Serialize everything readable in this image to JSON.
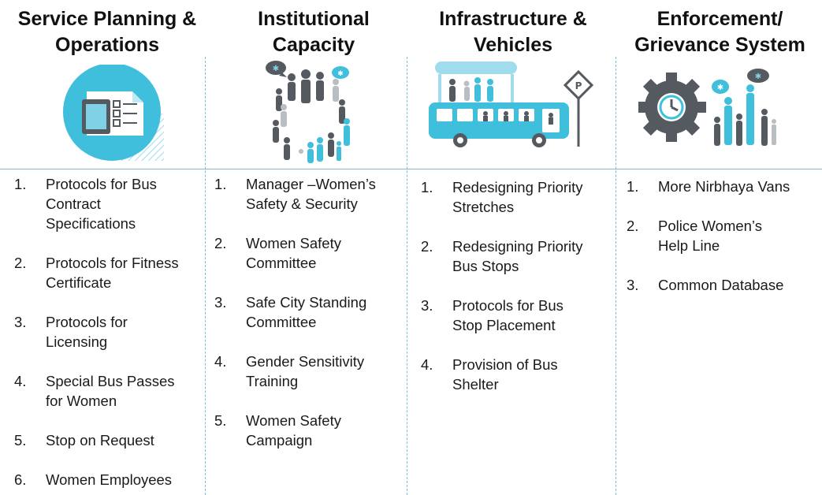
{
  "columns": [
    {
      "title_lines": [
        "Service Planning &",
        "Operations"
      ],
      "icon": "document-circle-icon",
      "items": [
        {
          "num": "1.",
          "lines": [
            "Protocols for Bus",
            "Contract",
            "Specifications"
          ]
        },
        {
          "num": "2.",
          "lines": [
            "Protocols for Fitness",
            "Certificate"
          ]
        },
        {
          "num": "3.",
          "lines": [
            "Protocols for",
            "Licensing"
          ]
        },
        {
          "num": "4.",
          "lines": [
            "Special Bus Passes",
            "for Women"
          ]
        },
        {
          "num": "5.",
          "lines": [
            "Stop on Request"
          ]
        },
        {
          "num": "6.",
          "lines": [
            "Women Employees"
          ]
        }
      ]
    },
    {
      "title_lines": [
        "Institutional",
        "Capacity"
      ],
      "icon": "people-group-icon",
      "items": [
        {
          "num": "1.",
          "lines": [
            "Manager –Women’s",
            "Safety & Security"
          ]
        },
        {
          "num": "2.",
          "lines": [
            "Women Safety",
            "Committee"
          ]
        },
        {
          "num": "3.",
          "lines": [
            "Safe City Standing",
            "Committee"
          ]
        },
        {
          "num": "4.",
          "lines": [
            "Gender Sensitivity",
            "Training"
          ]
        },
        {
          "num": "5.",
          "lines": [
            "Women Safety",
            "Campaign"
          ]
        }
      ]
    },
    {
      "title_lines": [
        "Infrastructure &",
        "Vehicles"
      ],
      "icon": "bus-stop-icon",
      "items": [
        {
          "num": "1.",
          "lines": [
            "Redesigning Priority",
            "Stretches"
          ]
        },
        {
          "num": "2.",
          "lines": [
            "Redesigning Priority",
            "Bus Stops"
          ]
        },
        {
          "num": "3.",
          "lines": [
            "Protocols for Bus",
            "Stop Placement"
          ]
        },
        {
          "num": "4.",
          "lines": [
            "Provision of Bus",
            "Shelter"
          ]
        }
      ]
    },
    {
      "title_lines": [
        "Enforcement/",
        "Grievance System"
      ],
      "icon": "gear-people-icon",
      "items": [
        {
          "num": "1.",
          "lines": [
            "More Nirbhaya Vans"
          ]
        },
        {
          "num": "2.",
          "lines": [
            "Police Women’s",
            "Help Line"
          ]
        },
        {
          "num": "3.",
          "lines": [
            "Common Database"
          ]
        }
      ]
    }
  ],
  "colors": {
    "accent": "#3fbfdc",
    "dark_gray": "#555a60",
    "divider": "#7fb8d8"
  }
}
